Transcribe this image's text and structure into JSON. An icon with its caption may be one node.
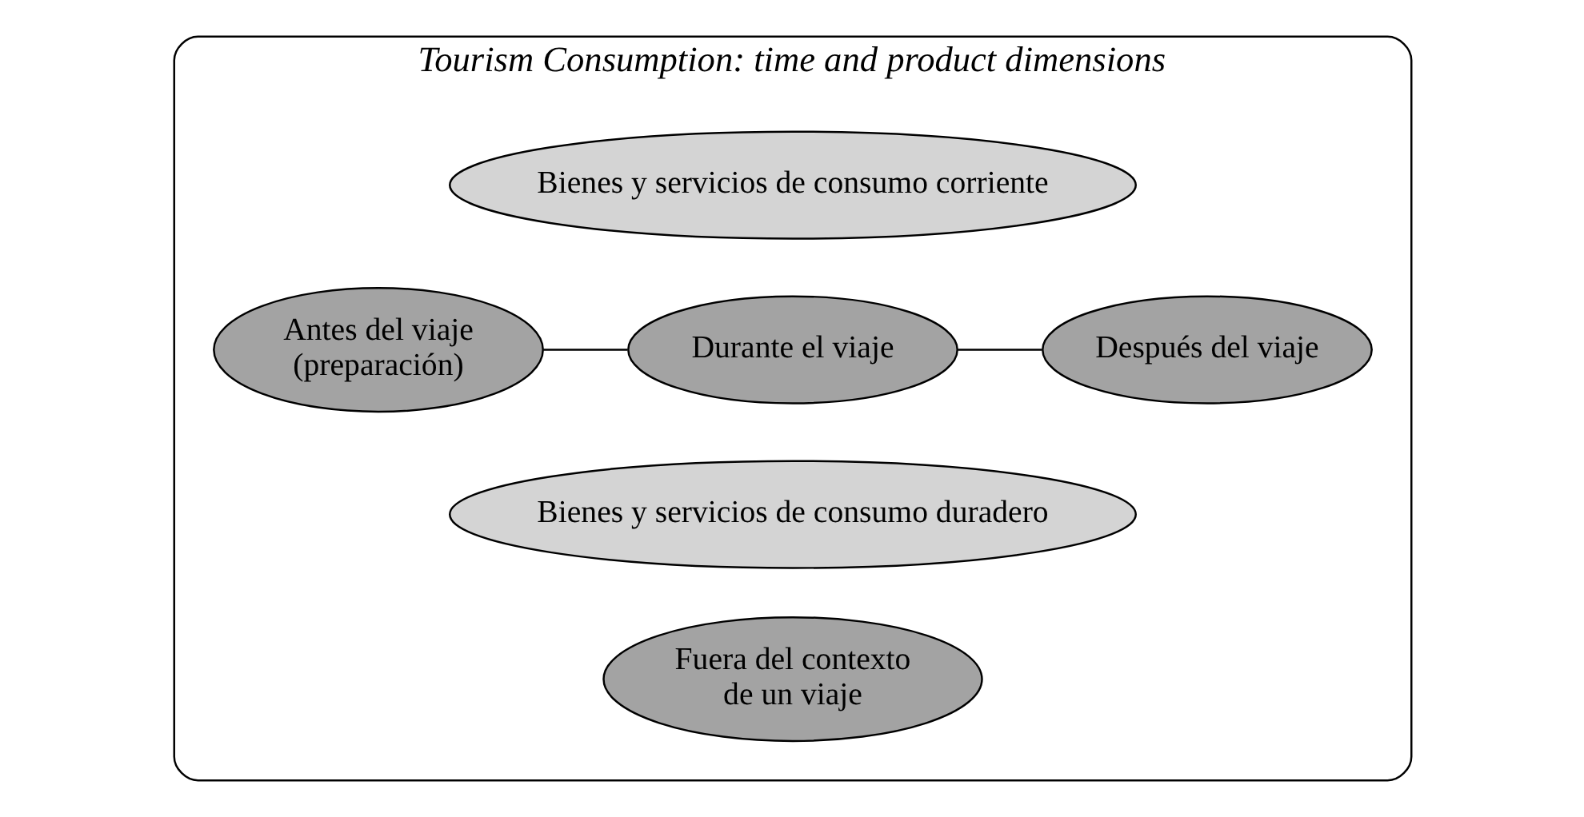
{
  "diagram": {
    "nodes": [
      {
        "text": [
          "Tourism Consumption: time and product dimensions"
        ]
      },
      {
        "text": [
          "Bienes y servicios de consumo corriente"
        ],
        "in": 0
      },
      {
        "text": [
          "Antes del viaje (preparación)"
        ],
        "in": 0
      },
      {
        "text": [
          "Durante el viaje"
        ],
        "in": 0
      },
      {
        "text": [
          "Después del viaje"
        ],
        "in": 0
      },
      {
        "text": [
          "Bienes y servicios de consumo duradero"
        ],
        "in": 0
      },
      {
        "text": [
          "Fuera del contexto de un viaje"
        ],
        "in": 0
      }
    ],
    "edges": [
      {
        "from": 2,
        "to": 3,
        "arrow": "none"
      },
      {
        "from": 3,
        "to": 4,
        "arrow": "none"
      }
    ]
  }
}
